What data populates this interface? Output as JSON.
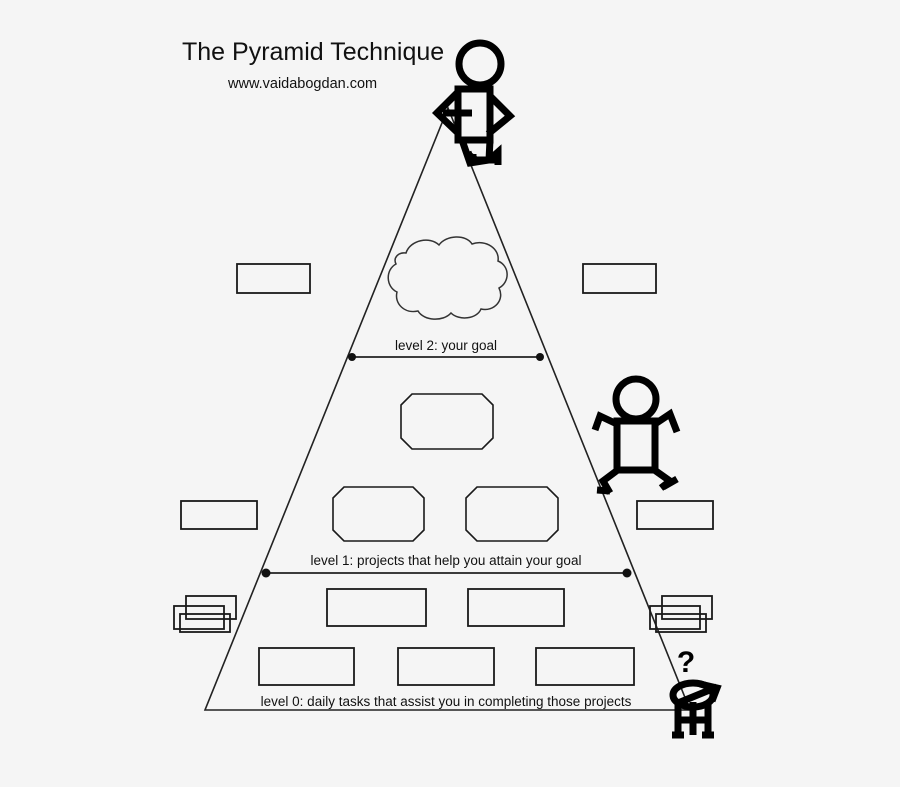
{
  "header": {
    "title": "The Pyramid Technique",
    "url": "www.vaidabogdan.com"
  },
  "levels": [
    {
      "id": "level-2",
      "label": "level 2: your goal"
    },
    {
      "id": "level-1",
      "label": "level 1: projects that help you attain your goal"
    },
    {
      "id": "level-0",
      "label": "level 0: daily tasks that assist you in completing those projects"
    }
  ],
  "annotations": {
    "question_mark": "?"
  },
  "colors": {
    "background": "#f5f5f5",
    "stroke": "#1a1a1a",
    "text": "#111111",
    "figure": "#000000"
  },
  "icons": {
    "standing_figure": "standing-stick-figure-icon",
    "running_figure": "running-stick-figure-icon",
    "confused_figure": "confused-stick-figure-icon",
    "thought_cloud": "thought-cloud-icon"
  },
  "shapes": {
    "side_boxes": [
      {
        "name": "side-box-left-upper"
      },
      {
        "name": "side-box-right-upper"
      },
      {
        "name": "side-box-left-middle"
      },
      {
        "name": "side-box-right-middle"
      }
    ],
    "goal_shape": {
      "name": "goal-rounded-box"
    },
    "project_shapes": [
      {
        "name": "project-rounded-box-left"
      },
      {
        "name": "project-rounded-box-right"
      }
    ],
    "task_row_upper": [
      {
        "name": "task-box-upper-left"
      },
      {
        "name": "task-box-upper-right"
      }
    ],
    "task_row_lower": [
      {
        "name": "task-box-lower-left"
      },
      {
        "name": "task-box-lower-center"
      },
      {
        "name": "task-box-lower-right"
      }
    ],
    "stacked_groups": [
      {
        "name": "stacked-boxes-left"
      },
      {
        "name": "stacked-boxes-right"
      }
    ]
  }
}
